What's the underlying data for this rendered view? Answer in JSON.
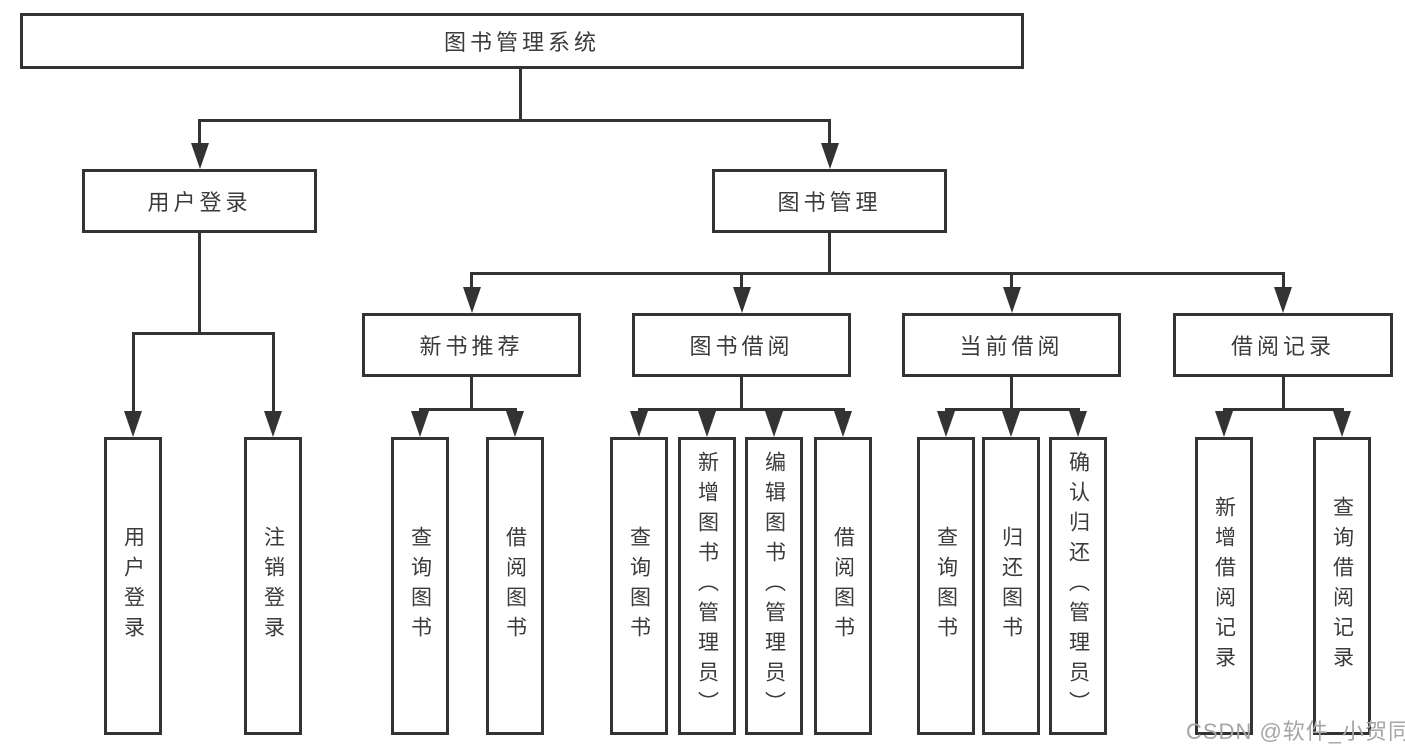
{
  "diagram": {
    "root": {
      "label": "图书管理系统",
      "children": [
        {
          "label": "用户登录",
          "children": [
            {
              "label": "用户登录"
            },
            {
              "label": "注销登录"
            }
          ]
        },
        {
          "label": "图书管理",
          "children": [
            {
              "label": "新书推荐",
              "children": [
                {
                  "label": "查询图书"
                },
                {
                  "label": "借阅图书"
                }
              ]
            },
            {
              "label": "图书借阅",
              "children": [
                {
                  "label": "查询图书"
                },
                {
                  "label": "新增图书（管理员）"
                },
                {
                  "label": "编辑图书（管理员）"
                },
                {
                  "label": "借阅图书"
                }
              ]
            },
            {
              "label": "当前借阅",
              "children": [
                {
                  "label": "查询图书"
                },
                {
                  "label": "归还图书"
                },
                {
                  "label": "确认归还（管理员）"
                }
              ]
            },
            {
              "label": "借阅记录",
              "children": [
                {
                  "label": "新增借阅记录"
                },
                {
                  "label": "查询借阅记录"
                }
              ]
            }
          ]
        }
      ]
    },
    "colors": {
      "line": "#333333",
      "text": "#3b3b3b",
      "watermark_text": "#a6a6a6",
      "background": "#ffffff"
    }
  },
  "watermark": {
    "text": "CSDN @软件_小贺同学"
  }
}
